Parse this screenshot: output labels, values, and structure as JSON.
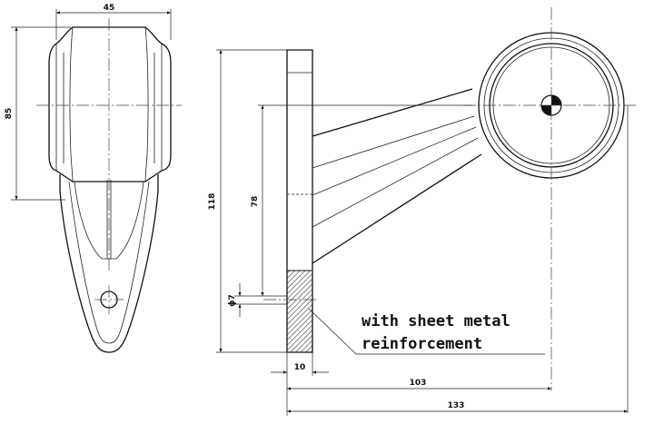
{
  "dimensions": {
    "width_45": "45",
    "height_85": "85",
    "height_118": "118",
    "height_78": "78",
    "diameter_7": "ϕ7",
    "thickness_10": "10",
    "length_103": "103",
    "length_133": "133"
  },
  "note": {
    "line1": "with sheet metal",
    "line2": "reinforcement"
  }
}
